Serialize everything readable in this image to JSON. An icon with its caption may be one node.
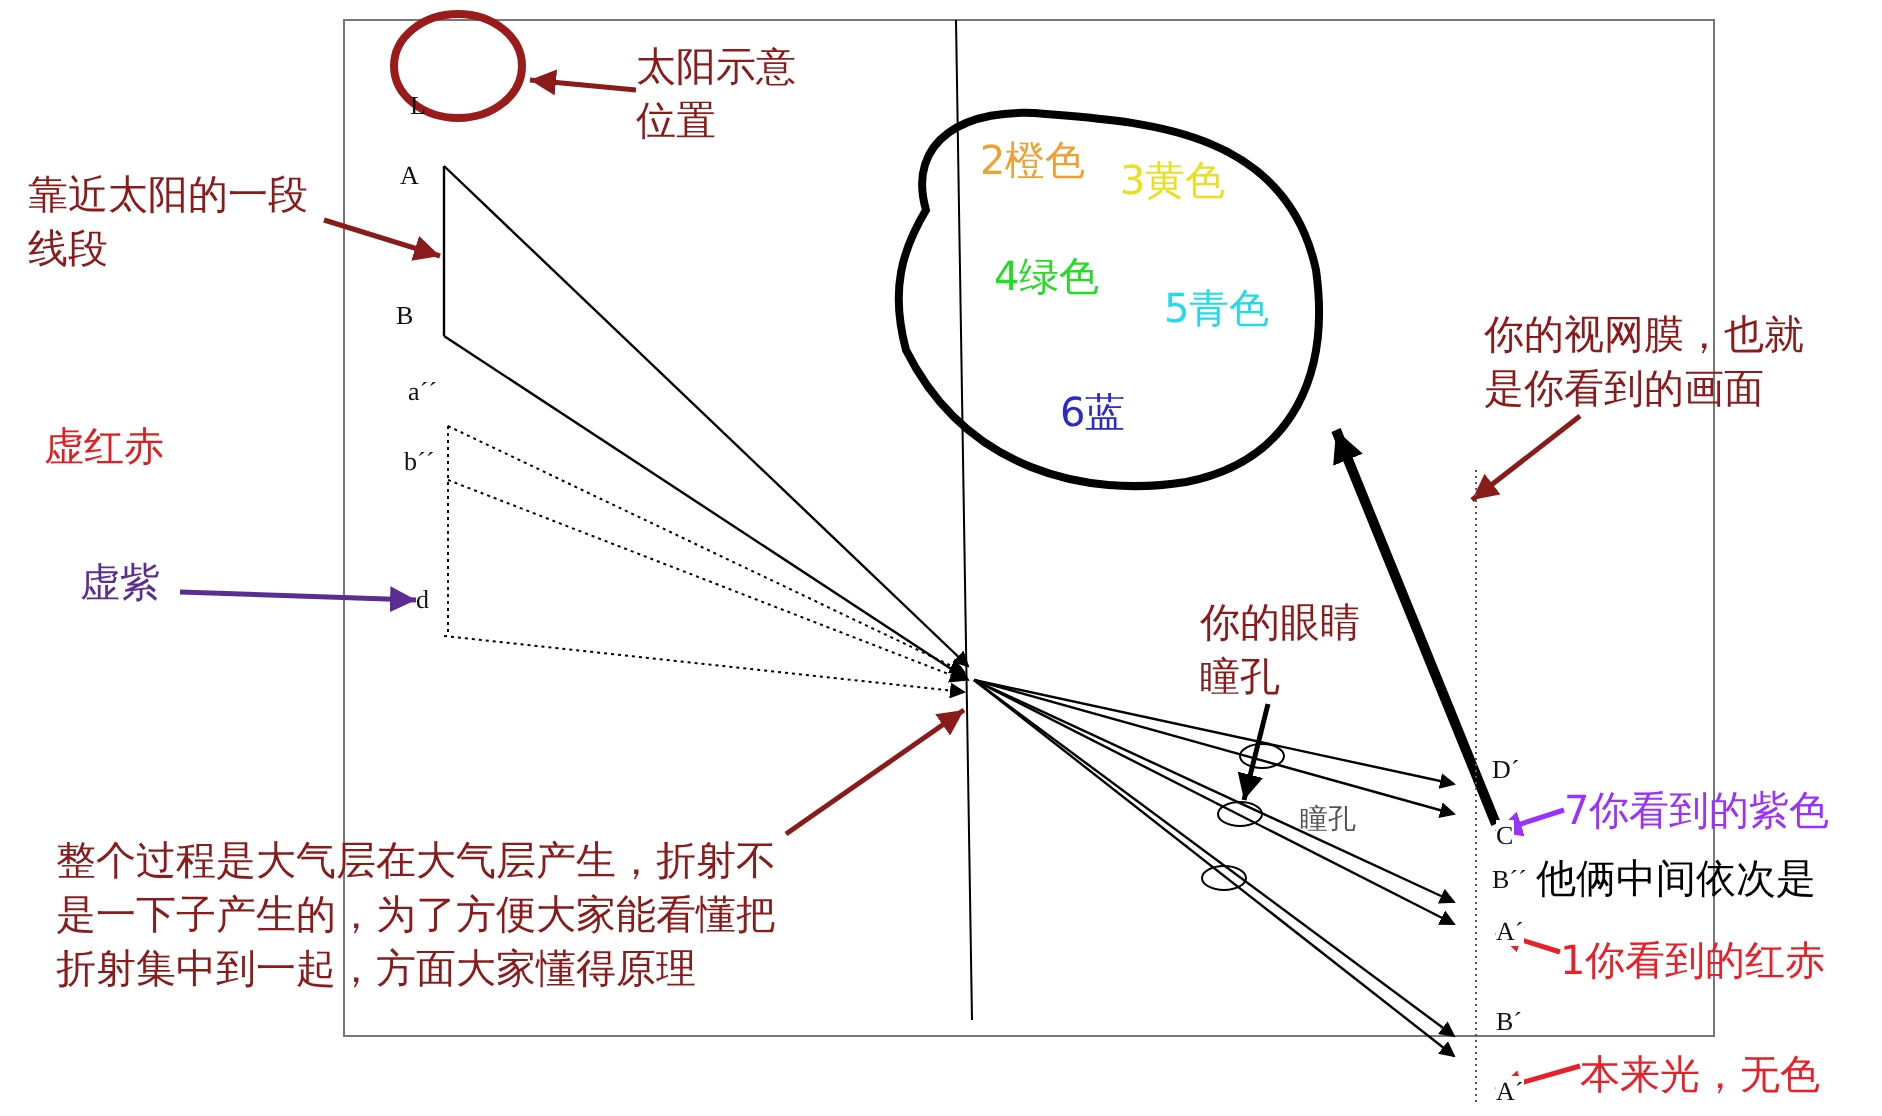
{
  "diagram": {
    "nodes": [
      {
        "text": [],
        "shape": "circle"
      },
      {
        "text": [
          "太阳示意位置"
        ]
      },
      {
        "text": [
          "靠近太阳的一段线段"
        ]
      },
      {
        "text": [
          "虚紫"
        ]
      },
      {
        "text": [
          "2橙色",
          "3黄色",
          "4绿色",
          "5青色",
          "6蓝"
        ]
      },
      {
        "text": [
          "你的视网膜，也就是你看到的画面"
        ]
      },
      {
        "text": [
          "你的眼睛瞳孔"
        ]
      },
      {
        "text": [],
        "shape": "circle"
      },
      {
        "text": [],
        "shape": "circle",
        "beside": [
          "瞳孔"
        ]
      },
      {
        "text": [],
        "shape": "circle"
      },
      {
        "text": [
          "7你看到的紫色"
        ]
      },
      {
        "text": [
          "1你看到的红赤"
        ]
      },
      {
        "text": [
          "本来光，无色"
        ]
      },
      {
        "text": [
          "整个过程是大气层在大气层产生，折射不是一下子产生的，为了方便大家能看懂把折射集中到一起，方面大家懂得原理"
        ]
      },
      {
        "text": [
          "d"
        ]
      },
      {
        "text": [
          "C"
        ]
      },
      {
        "text": [
          "A´"
        ]
      },
      {
        "text": [
          "A´"
        ]
      },
      {
        "text": [],
        "shape": "bar"
      }
    ],
    "edges": [
      {
        "from": 1,
        "to": 0,
        "arrow": "to"
      },
      {
        "from": 2,
        "to": null,
        "arrow": "to"
      },
      {
        "from": 3,
        "to": 14,
        "arrow": "to",
        "color": "#5b2c91"
      },
      {
        "from": 15,
        "to": 4,
        "arrow": "to",
        "style": "thick",
        "color": "#000000"
      },
      {
        "from": 5,
        "to": 18,
        "arrow": "to"
      },
      {
        "from": 6,
        "to": 8,
        "arrow": "to",
        "color": "#000000"
      },
      {
        "from": 10,
        "to": 15,
        "arrow": "to",
        "color": "#9b30ff"
      },
      {
        "from": 11,
        "to": 16,
        "arrow": "to",
        "color": "#e8202a"
      },
      {
        "from": 12,
        "to": 17,
        "arrow": "to",
        "color": "#e8202a"
      },
      {
        "from": 13,
        "to": null,
        "arrow": "to"
      }
    ],
    "labels": [
      "L",
      "A",
      "B",
      "a´´",
      "b´´",
      "虚红赤",
      "D´",
      "B´´",
      "他俩中间依次是",
      "B´"
    ]
  }
}
